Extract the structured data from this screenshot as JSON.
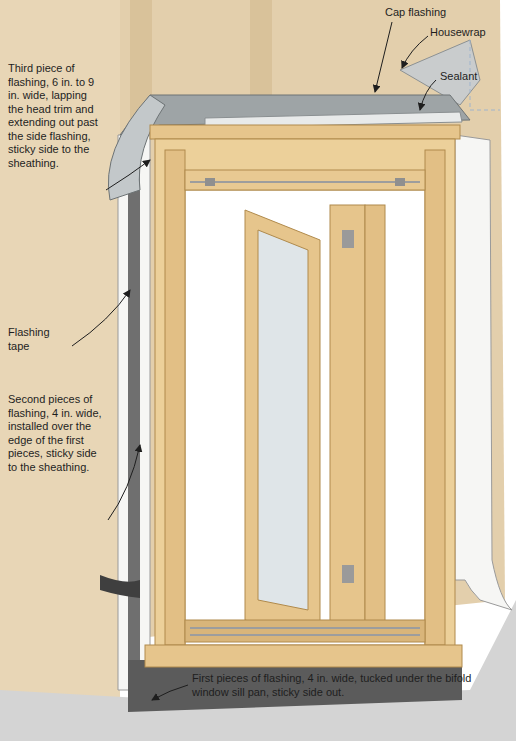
{
  "diagram": {
    "labels": [
      "Cap flashing",
      "Housewrap",
      "Sealant",
      "Third piece of flashing, 6 in. to 9 in. wide, lapping the head trim and extending out past the side flashing, sticky side to the sheathing.",
      "Flashing tape",
      "Second pieces of flashing, 4 in. wide, installed over the edge of the first pieces, sticky side to the sheathing.",
      "First pieces of flashing, 4 in. wide, tucked under the bifold window sill pan, sticky side out."
    ]
  }
}
